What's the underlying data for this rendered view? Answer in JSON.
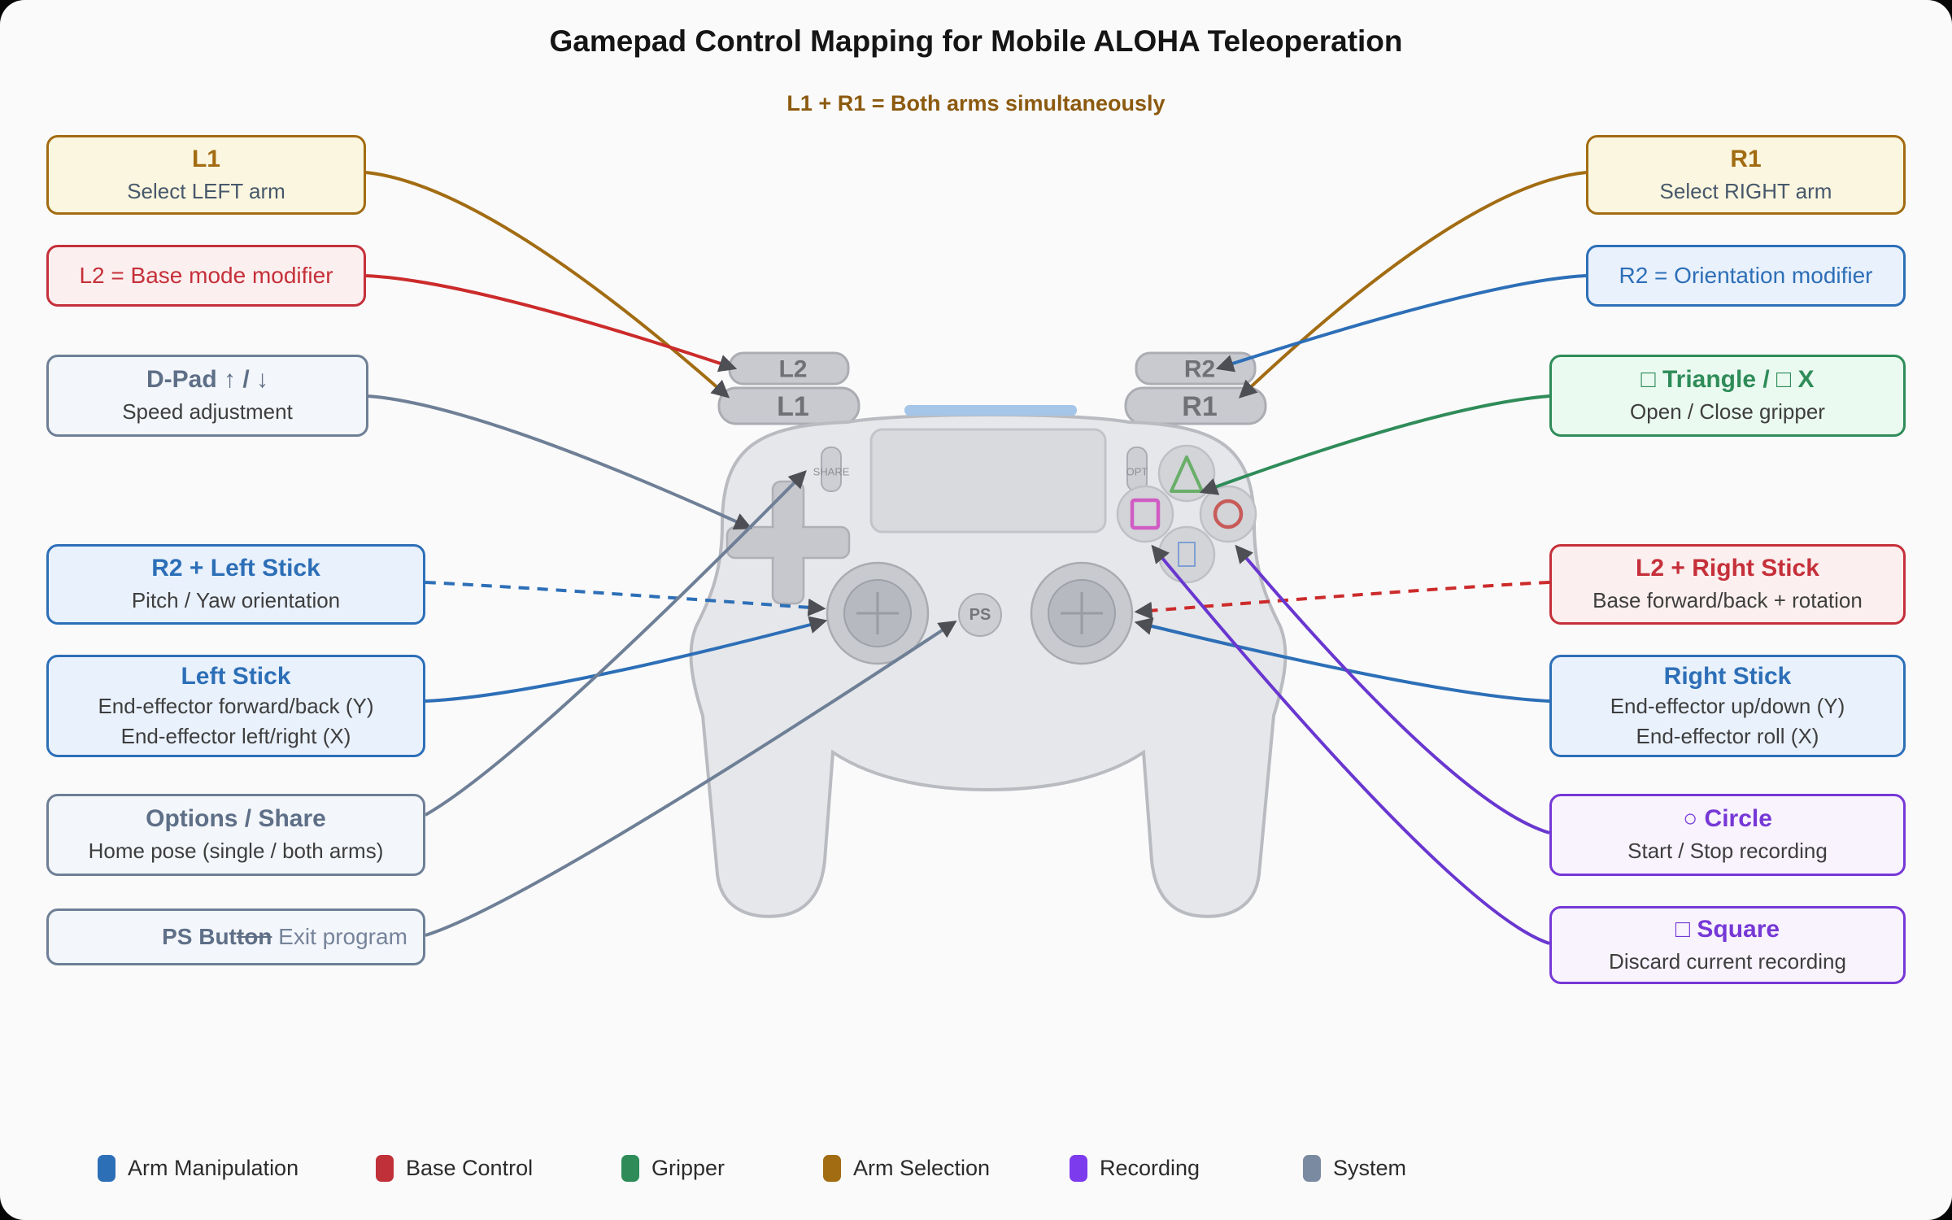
{
  "title": "Gamepad Control Mapping for Mobile ALOHA Teleoperation",
  "subtitle": "L1 + R1 = Both arms simultaneously",
  "callouts": {
    "l1": {
      "title": "L1",
      "subtitle": "Select LEFT arm"
    },
    "l2_modifier": {
      "text": "L2 = Base mode modifier"
    },
    "dpad": {
      "title": "D-Pad ↑ / ↓",
      "subtitle": "Speed adjustment"
    },
    "r2_left_stick": {
      "title": "R2 + Left Stick",
      "subtitle": "Pitch / Yaw orientation"
    },
    "left_stick": {
      "title": "Left Stick",
      "line1": "End-effector forward/back (Y)",
      "line2": "End-effector left/right (X)"
    },
    "options_share": {
      "title": "Options / Share",
      "subtitle": "Home pose (single / both arms)"
    },
    "ps": {
      "title_pre": "PS But",
      "title_strike": "ton",
      "subtitle": " Exit program"
    },
    "r1": {
      "title": "R1",
      "subtitle": "Select RIGHT arm"
    },
    "r2_modifier": {
      "text": "R2 = Orientation modifier"
    },
    "triangle_x": {
      "title": "□ Triangle / □ X",
      "subtitle": "Open / Close gripper"
    },
    "l2_right_stick": {
      "title": "L2 + Right Stick",
      "subtitle": "Base forward/back + rotation"
    },
    "right_stick": {
      "title": "Right Stick",
      "line1": "End-effector up/down (Y)",
      "line2": "End-effector roll (X)"
    },
    "circle": {
      "title": "○ Circle",
      "subtitle": "Start / Stop recording"
    },
    "square": {
      "title": "□ Square",
      "subtitle": "Discard current recording"
    }
  },
  "controller": {
    "l2_label": "L2",
    "l1_label": "L1",
    "r2_label": "R2",
    "r1_label": "R1",
    "share_label": "SHARE",
    "options_label": "OPT",
    "ps_label": "PS"
  },
  "legend": [
    {
      "label": "Arm Manipulation",
      "color": "#2D6FB7"
    },
    {
      "label": "Base Control",
      "color": "#C03038"
    },
    {
      "label": "Gripper",
      "color": "#2F8C59"
    },
    {
      "label": "Arm Selection",
      "color": "#A26C12"
    },
    {
      "label": "Recording",
      "color": "#7C3BED"
    },
    {
      "label": "System",
      "color": "#7A8AA0"
    }
  ],
  "colors": {
    "arm_manipulation": "#2D6FB7",
    "base_control": "#CC2B2B",
    "gripper": "#2F8C59",
    "arm_selection": "#A26C12",
    "recording": "#6937D0",
    "system": "#6E7F96",
    "arrowhead": "#4D4F54",
    "title_brown": "#8C5A0F"
  }
}
